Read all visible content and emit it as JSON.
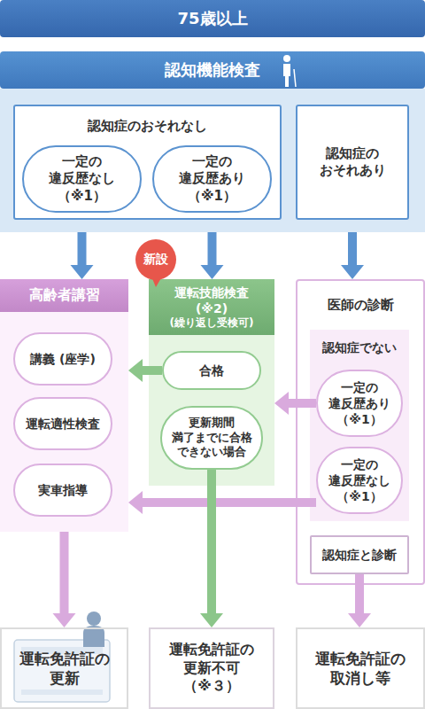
{
  "diagram": {
    "nodes": [
      {
        "text": [
          "75歳以上"
        ]
      },
      {
        "text": [
          "認知機能検査"
        ]
      },
      {
        "text": [
          "認知症のおそれなし"
        ],
        "in": 1
      },
      {
        "text": [
          "一定の 違反歴なし （※1）"
        ],
        "in": 2
      },
      {
        "text": [
          "一定の 違反歴あり （※1）"
        ],
        "in": 2
      },
      {
        "text": [
          "認知症の おそれあり"
        ],
        "in": 1
      },
      {
        "text": [
          "高齢者講習"
        ]
      },
      {
        "text": [
          "講義 (座学)"
        ],
        "in": 6
      },
      {
        "text": [
          "運転適性検査"
        ],
        "in": 6
      },
      {
        "text": [
          "実車指導"
        ],
        "in": 6
      },
      {
        "text": [
          "運転技能検査(※2)",
          "(繰り返し受検可)"
        ]
      },
      {
        "text": [
          "合格"
        ],
        "in": 10
      },
      {
        "text": [
          "更新期間 満了までに合格 できない場合"
        ],
        "in": 10
      },
      {
        "text": [
          "医師の診断"
        ]
      },
      {
        "text": [
          "認知症でない"
        ],
        "in": 13
      },
      {
        "text": [
          "一定の 違反歴あり （※1）"
        ],
        "in": 14
      },
      {
        "text": [
          "一定の 違反歴なし （※1）"
        ],
        "in": 14
      },
      {
        "text": [
          "認知症と診断"
        ],
        "in": 13
      },
      {
        "text": [
          "運転免許証の 更新"
        ]
      },
      {
        "text": [
          "運転免許証の 更新不可 （※３）"
        ]
      },
      {
        "text": [
          "運転免許証の 取消し等"
        ]
      }
    ],
    "edges": [
      {
        "from": 3,
        "to": 6,
        "arrow": "to"
      },
      {
        "from": 4,
        "to": 10,
        "arrow": "to"
      },
      {
        "from": 5,
        "to": 13,
        "arrow": "to"
      },
      {
        "from": 11,
        "to": 6,
        "arrow": "to"
      },
      {
        "from": 15,
        "to": 10,
        "arrow": "to"
      },
      {
        "from": 16,
        "to": 6,
        "arrow": "to"
      },
      {
        "from": 6,
        "to": 18,
        "arrow": "to"
      },
      {
        "from": 12,
        "to": 19,
        "arrow": "to"
      },
      {
        "from": 17,
        "to": 20,
        "arrow": "to"
      }
    ],
    "labels": [
      "新設"
    ]
  }
}
